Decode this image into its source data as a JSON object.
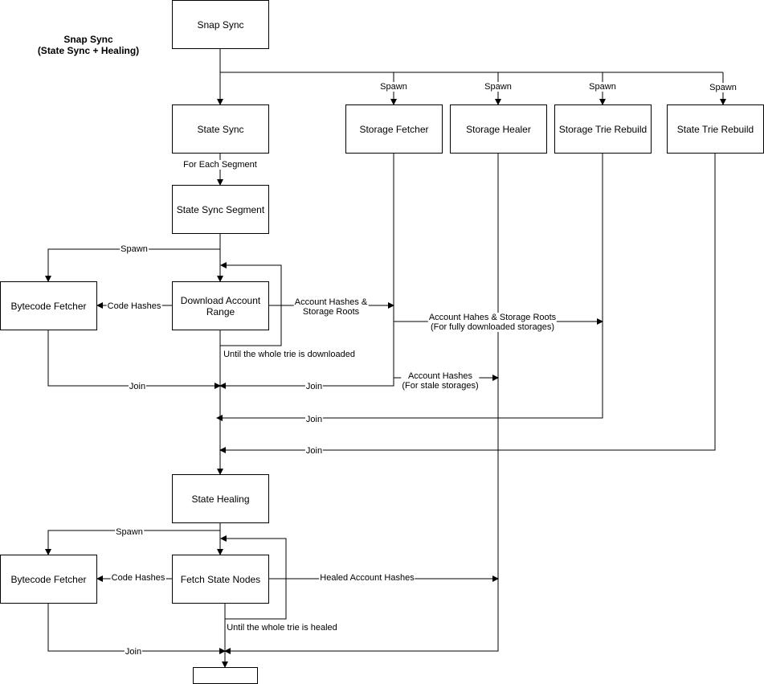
{
  "title": {
    "line1": "Snap Sync",
    "line2": "(State Sync + Healing)"
  },
  "nodes": {
    "snap_sync": "Snap Sync",
    "state_sync": "State Sync",
    "storage_fetcher": "Storage Fetcher",
    "storage_healer": "Storage Healer",
    "storage_trie_rebuild": "Storage Trie Rebuild",
    "state_trie_rebuild": "State Trie Rebuild",
    "state_sync_segment": "State Sync Segment",
    "bytecode_fetcher_1": "Bytecode Fetcher",
    "download_account_range": "Download Account Range",
    "state_healing": "State Healing",
    "bytecode_fetcher_2": "Bytecode Fetcher",
    "fetch_state_nodes": "Fetch State Nodes",
    "end_node": ""
  },
  "edge_labels": {
    "spawn_storage_fetcher": "Spawn",
    "spawn_storage_healer": "Spawn",
    "spawn_storage_trie_rebuild": "Spawn",
    "spawn_state_trie_rebuild": "Spawn",
    "for_each_segment": "For Each Segment",
    "spawn_bytecode_1": "Spawn",
    "code_hashes_1": "Code Hashes",
    "account_hashes_storage_roots_1": "Account Hashes &",
    "account_hashes_storage_roots_2": "Storage Roots",
    "account_hahes_storage_roots_1": "Account Hahes & Storage Roots",
    "account_hahes_storage_roots_2": "(For fully downloaded storages)",
    "until_trie_downloaded": "Until the whole trie is downloaded",
    "account_hashes_stale_1": "Account Hashes",
    "account_hashes_stale_2": "(For stale storages)",
    "join_bytecode_1": "Join",
    "join_storage_fetcher": "Join",
    "join_storage_trie_rebuild": "Join",
    "join_state_trie_rebuild": "Join",
    "spawn_bytecode_2": "Spawn",
    "code_hashes_2": "Code Hashes",
    "healed_account_hashes": "Healed Account Hashes",
    "until_trie_healed": "Until the whole trie is healed",
    "join_bytecode_2": "Join"
  }
}
